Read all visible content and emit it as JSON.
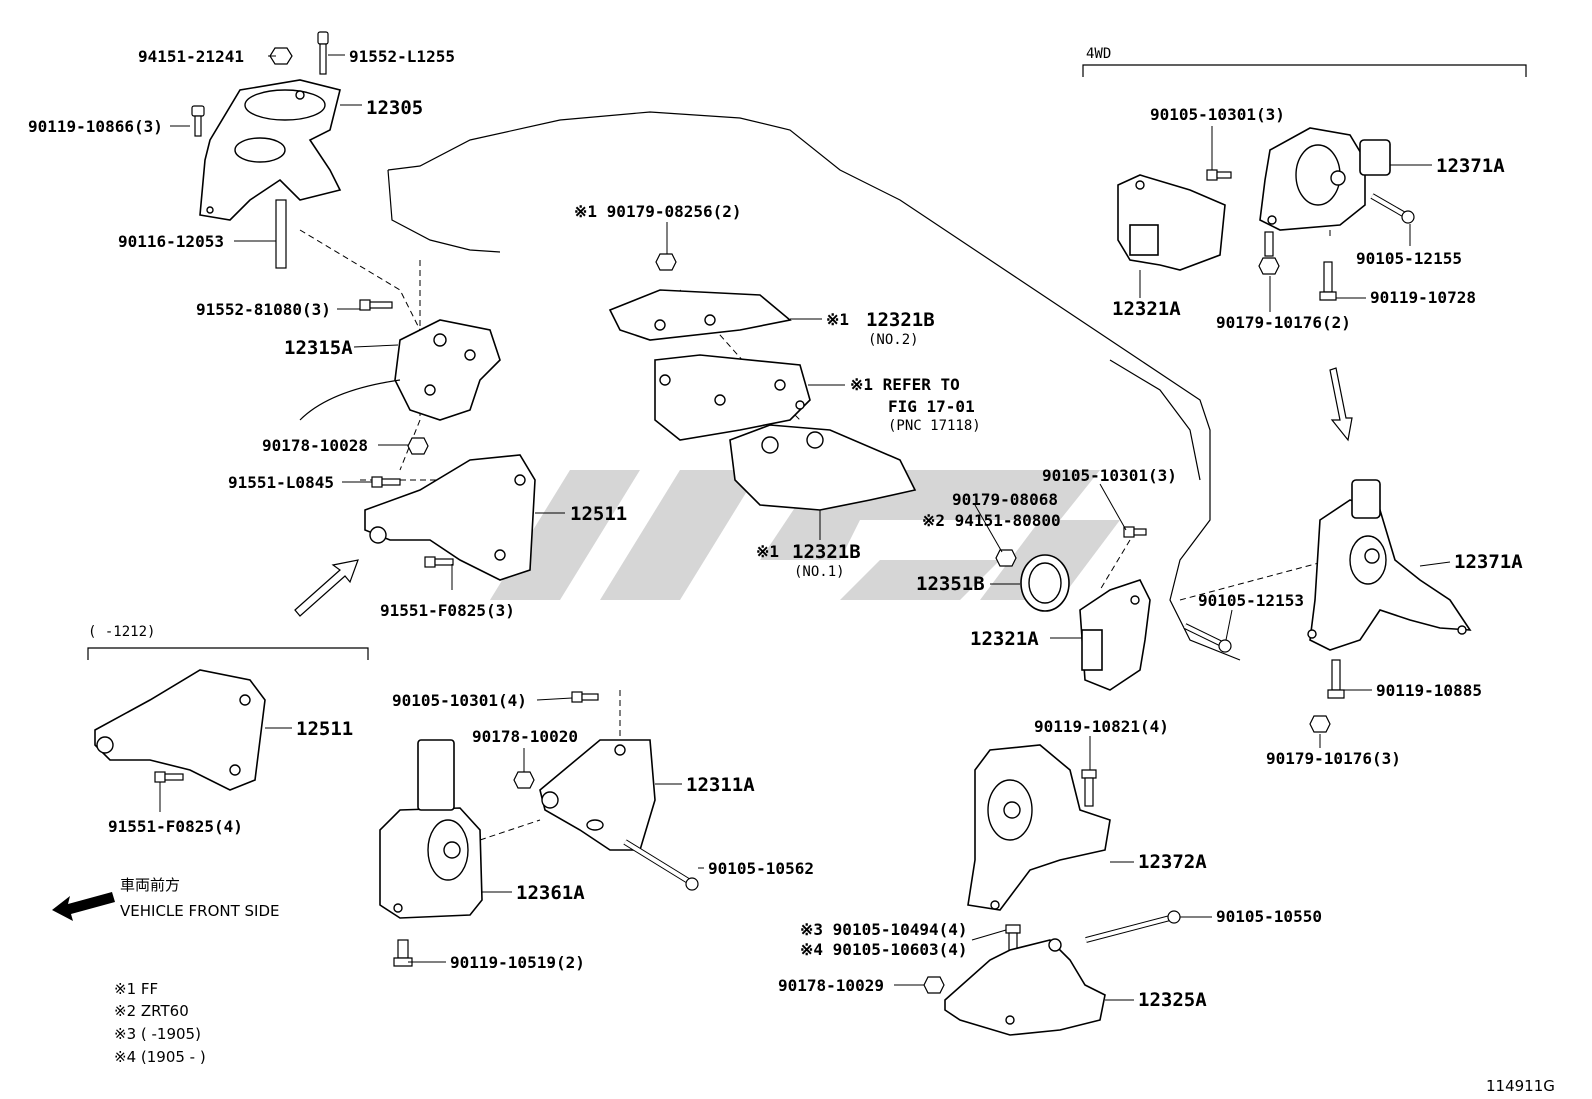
{
  "labels": {
    "l1": "94151-21241",
    "l2": "91552-L1255",
    "l3": "12305",
    "l4": "90119-10866(3)",
    "l5": "90116-12053",
    "l6": "91552-81080(3)",
    "l7": "12315A",
    "l8": "90178-10028",
    "l9": "91551-L0845",
    "l10": "12511",
    "l11": "91551-F0825(3)",
    "l12": "(     -1212)",
    "l13": "12511",
    "l14": "91551-F0825(4)",
    "l15": "※1 90179-08256(2)",
    "l16": "※1",
    "l17": "12321B",
    "l18": "(NO.2)",
    "l19": "※1 REFER TO",
    "l20": "FIG 17-01",
    "l21": "(PNC 17118)",
    "l22": "※1",
    "l23": "12321B",
    "l24": "(NO.1)",
    "l25": "90105-10301(4)",
    "l26": "90178-10020",
    "l27": "12311A",
    "l28": "90105-10562",
    "l29": "12361A",
    "l30": "90119-10519(2)",
    "l31": "4WD",
    "l32": "90105-10301(3)",
    "l33": "12371A",
    "l34": "90105-12155",
    "l35": "12321A",
    "l36": "90179-10176(2)",
    "l37": "90119-10728",
    "l38": "90105-10301(3)",
    "l39": "90179-08068",
    "l40": "※2 94151-80800",
    "l41": "12351B",
    "l42": "12321A",
    "l43": "90105-12153",
    "l44": "12371A",
    "l45": "90119-10885",
    "l46": "90179-10176(3)",
    "l47": "90119-10821(4)",
    "l48": "12372A",
    "l49": "※3 90105-10494(4)",
    "l50": "※4 90105-10603(4)",
    "l51": "90105-10550",
    "l52": "90178-10029",
    "l53": "12325A",
    "l54": "車両前方",
    "l55": "VEHICLE FRONT SIDE",
    "l56": "※1 FF",
    "l57": "※2 ZRT60",
    "l58": "※3 (       -1905)",
    "l59": "※4 (1905  -      )",
    "l60": "114911G"
  },
  "colors": {
    "ink": "#000000",
    "paper": "#ffffff",
    "watermark": "#c8c8c8"
  }
}
